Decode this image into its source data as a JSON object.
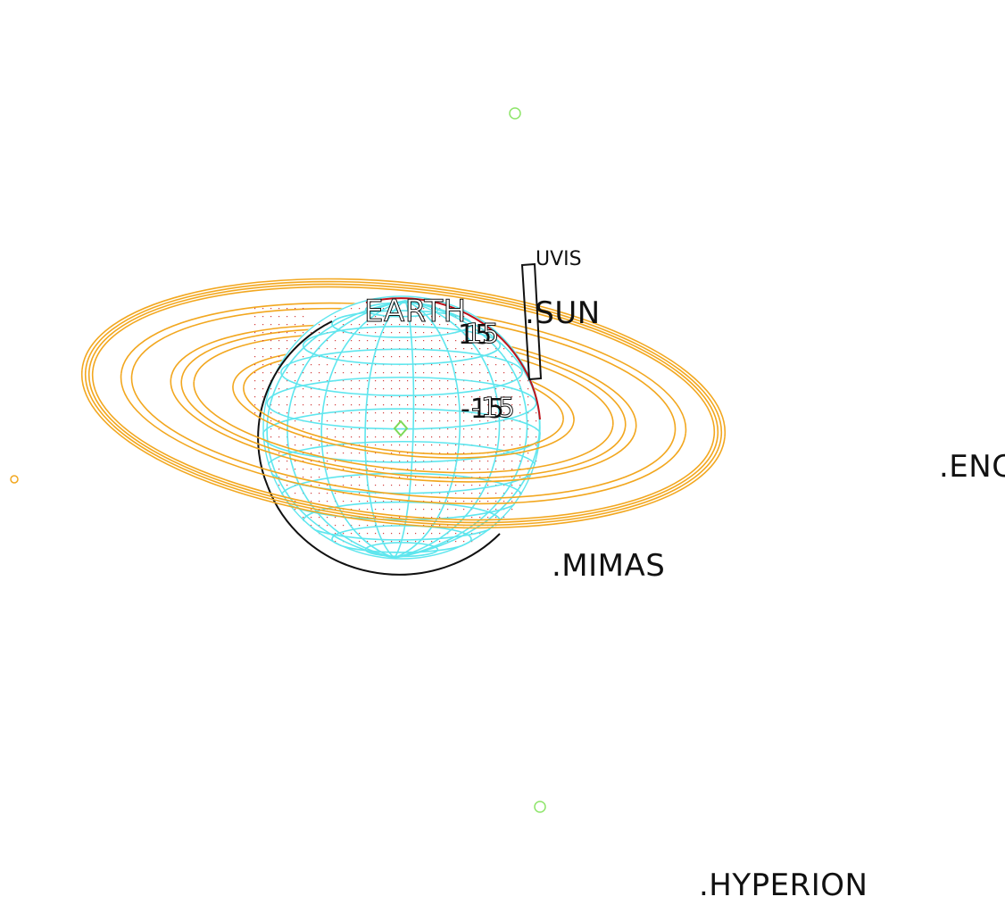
{
  "labels": {
    "earth": "EARTH",
    "sun": ".SUN",
    "uvis": "UVIS",
    "mimas": ".MIMAS",
    "enceladus": ".ENC",
    "hyperion": ".HYPERION",
    "lat_north": "15",
    "lat_north_overlap": "15",
    "lat_south": "-15",
    "lat_south_overlap": "-15"
  },
  "colors": {
    "rings": "#f2a71f",
    "grid": "#5fe6ee",
    "limb": "#111111",
    "terminator": "#c0121a",
    "night_dots": "#d23c3c",
    "moon_marker": "#8ee56a",
    "small_moon_marker": "#f2a71f",
    "subpoint_marker": "#7ed957",
    "fov_frame": "#111111"
  },
  "markers": {
    "moon_markers": [
      "moon-marker-top",
      "moon-marker-bottom"
    ],
    "left_edge_marker": "small-moon-marker",
    "subpoint": "diamond"
  }
}
